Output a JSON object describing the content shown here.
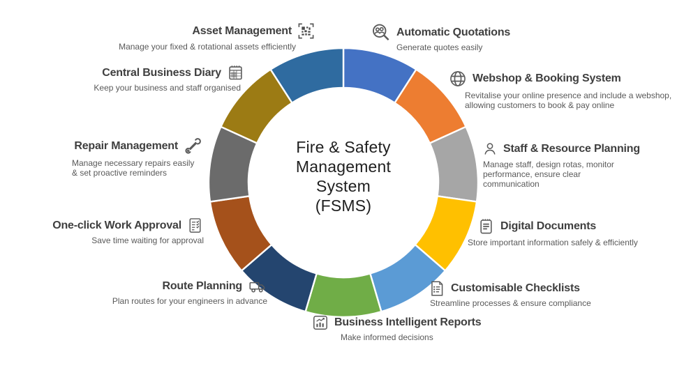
{
  "theme": {
    "background": "#ffffff",
    "title_color": "#3f3f3f",
    "subtitle_color": "#595959",
    "center_text_color": "#1f1f1f",
    "icon_color": "#5a5a5a",
    "segment_gap_color": "#ffffff"
  },
  "center": {
    "lines": [
      "Fire & Safety",
      "Management",
      "System",
      "(FSMS)"
    ]
  },
  "chart_data": {
    "type": "pie",
    "style": "donut",
    "equal_segments": true,
    "start_angle_deg": 0,
    "direction": "clockwise",
    "outer_radius_px": 193,
    "inner_radius_px": 136,
    "title": "Fire & Safety Management System (FSMS)",
    "segments": [
      {
        "name": "Automatic Quotations",
        "value": 1,
        "color": "#4472C4"
      },
      {
        "name": "Webshop & Booking System",
        "value": 1,
        "color": "#ED7D31"
      },
      {
        "name": "Staff & Resource Planning",
        "value": 1,
        "color": "#A6A6A6"
      },
      {
        "name": "Digital Documents",
        "value": 1,
        "color": "#FFC000"
      },
      {
        "name": "Customisable Checklists",
        "value": 1,
        "color": "#5B9BD5"
      },
      {
        "name": "Business Intelligent Reports",
        "value": 1,
        "color": "#70AD47"
      },
      {
        "name": "Route Planning",
        "value": 1,
        "color": "#24456F"
      },
      {
        "name": "One-click Work Approval",
        "value": 1,
        "color": "#A5511B"
      },
      {
        "name": "Repair Management",
        "value": 1,
        "color": "#6B6B6B"
      },
      {
        "name": "Central Business Diary",
        "value": 1,
        "color": "#9C7B14"
      },
      {
        "name": "Asset Management",
        "value": 1,
        "color": "#2F6BA0"
      }
    ]
  },
  "labels": [
    {
      "id": "asset",
      "icon": "qr-scan-icon",
      "title": "Asset Management",
      "subtitle": "Manage your fixed & rotational assets efficiently"
    },
    {
      "id": "quote",
      "icon": "magnifier-people-icon",
      "title": "Automatic Quotations",
      "subtitle": "Generate quotes easily"
    },
    {
      "id": "webshop",
      "icon": "globe-icon",
      "title": "Webshop & Booking System",
      "subtitle": "Revitalise your online presence and include a webshop, allowing customers to book & pay online"
    },
    {
      "id": "staff",
      "icon": "person-icon",
      "title": "Staff & Resource Planning",
      "subtitle": "Manage staff, design rotas, monitor performance, ensure clear communication"
    },
    {
      "id": "digital",
      "icon": "notepad-icon",
      "title": "Digital Documents",
      "subtitle": "Store important information safely & efficiently"
    },
    {
      "id": "checklist",
      "icon": "checklist-doc-icon",
      "title": "Customisable Checklists",
      "subtitle": "Streamline processes & ensure compliance"
    },
    {
      "id": "reports",
      "icon": "chart-report-icon",
      "title": "Business Intelligent Reports",
      "subtitle": "Make informed decisions"
    },
    {
      "id": "route",
      "icon": "truck-icon",
      "title": "Route Planning",
      "subtitle": "Plan routes for your engineers in advance"
    },
    {
      "id": "oneclick",
      "icon": "approval-doc-icon",
      "title": "One-click Work Approval",
      "subtitle": "Save time waiting for approval"
    },
    {
      "id": "repair",
      "icon": "wrench-icon",
      "title": "Repair Management",
      "subtitle": "Manage necessary repairs easily & set proactive reminders"
    },
    {
      "id": "diary",
      "icon": "calendar-diary-icon",
      "title": "Central Business Diary",
      "subtitle": "Keep your business and staff organised"
    }
  ]
}
